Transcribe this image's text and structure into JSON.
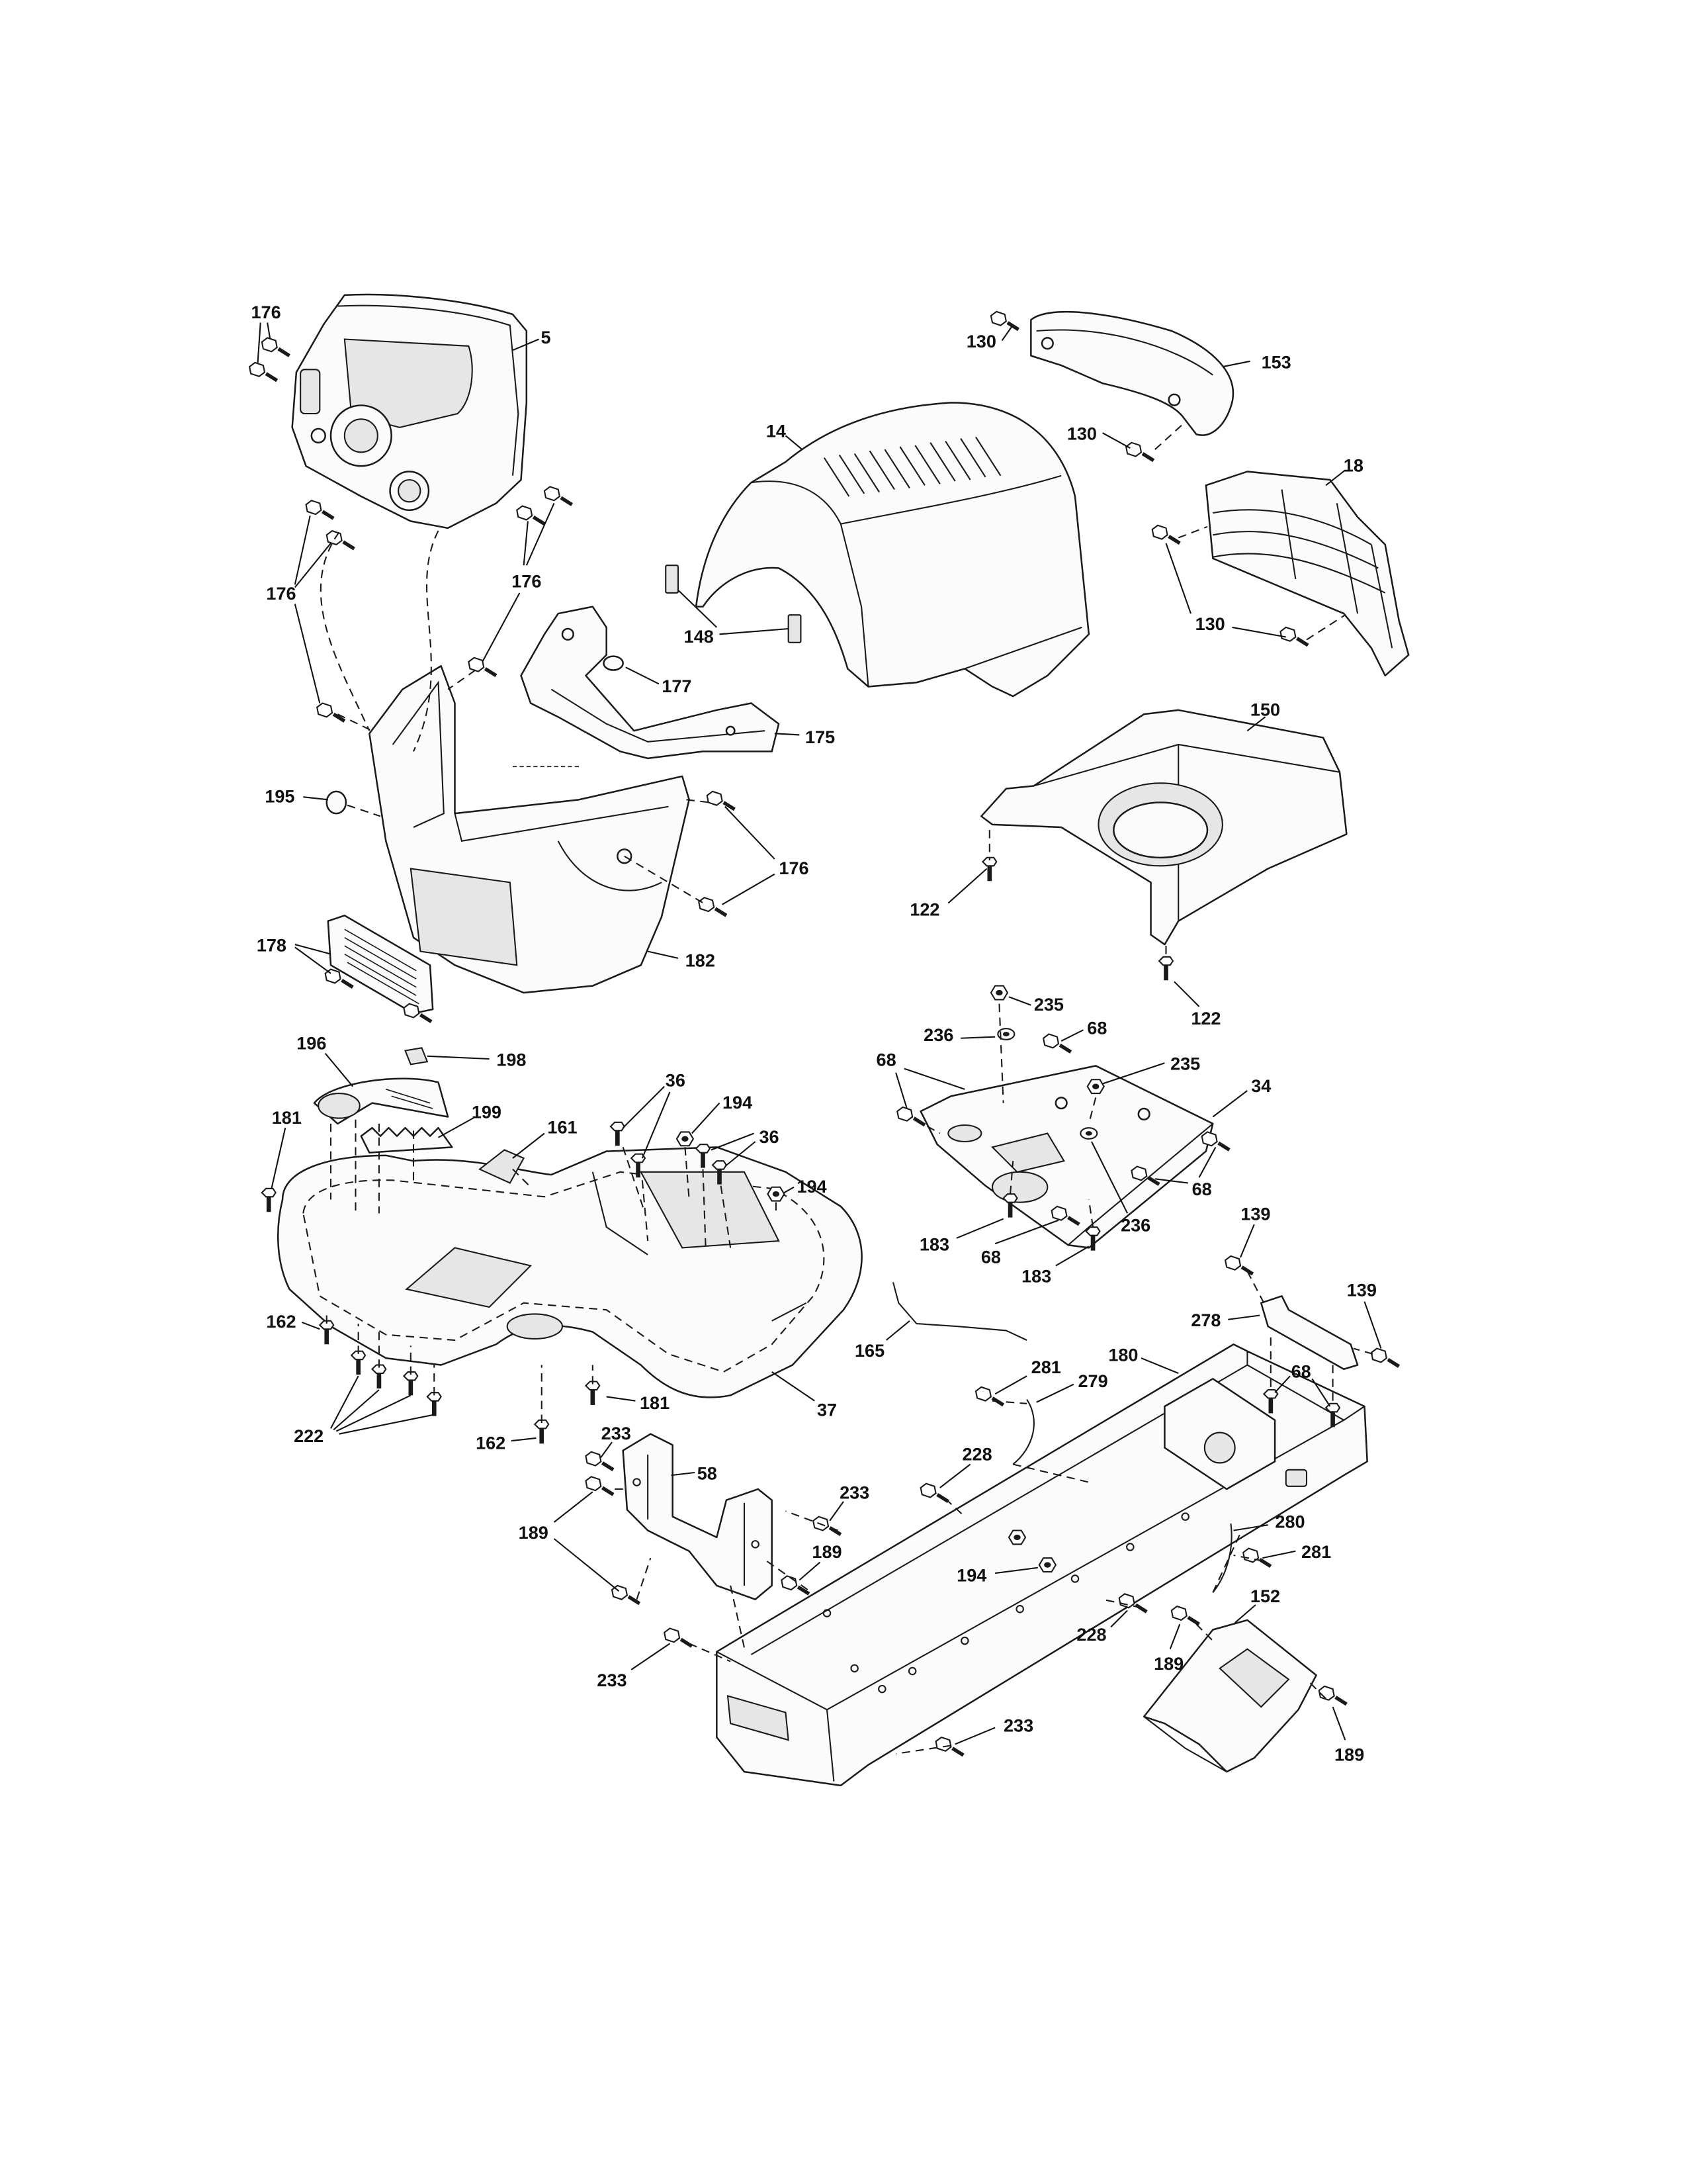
{
  "diagram": {
    "callouts": [
      "176",
      "5",
      "130",
      "153",
      "14",
      "130",
      "18",
      "176",
      "176",
      "148",
      "130",
      "177",
      "175",
      "150",
      "195",
      "176",
      "122",
      "178",
      "182",
      "122",
      "235",
      "236",
      "68",
      "196",
      "198",
      "68",
      "235",
      "36",
      "194",
      "34",
      "181",
      "199",
      "161",
      "36",
      "194",
      "68",
      "236",
      "139",
      "183",
      "68",
      "183",
      "139",
      "162",
      "278",
      "165",
      "180",
      "281",
      "279",
      "68",
      "181",
      "37",
      "222",
      "162",
      "233",
      "58",
      "228",
      "233",
      "189",
      "280",
      "189",
      "281",
      "194",
      "152",
      "228",
      "189",
      "233",
      "233",
      "189"
    ]
  }
}
